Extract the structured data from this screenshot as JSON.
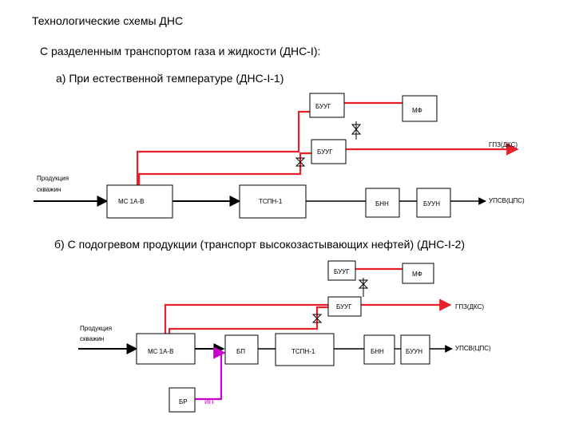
{
  "title": "Технологические схемы ДНС",
  "heading1": "С разделенным транспортом газа и жидкости (ДНС-I):",
  "section_a": "а) При естественной температуре (ДНС-I-1)",
  "section_b": "б) С подогревом продукции (транспорт высокозастывающих нефтей) (ДНС-I-2)",
  "colors": {
    "line": "#000000",
    "gas": "#e8202a",
    "heat": "#cc00cc"
  },
  "diagram_a": {
    "input_line1": "Продукция",
    "input_line2": "скважин",
    "buug_top": "БУУГ",
    "mf": "МФ",
    "buug_mid": "БУУГ",
    "gpz": "ГПЗ(ДКС)",
    "ms": "МС 1А-В",
    "tspn": "ТСПН-1",
    "bnn": "БНН",
    "buun": "БУУН",
    "upsv": "УПСВ(ЦПС)"
  },
  "diagram_b": {
    "input_line1": "Продукция",
    "input_line2": "скважин",
    "buug_top": "БУУГ",
    "mf": "МФ",
    "buug_mid": "БУУГ",
    "gpz": "ГПЗ(ДКС)",
    "ms": "МС 1А-В",
    "bp": "БП",
    "tspn": "ТСПН-1",
    "bnn": "БНН",
    "buun": "БУУН",
    "upsv": "УПСВ(ЦПС)",
    "br": "БР",
    "ip": "ИП"
  }
}
